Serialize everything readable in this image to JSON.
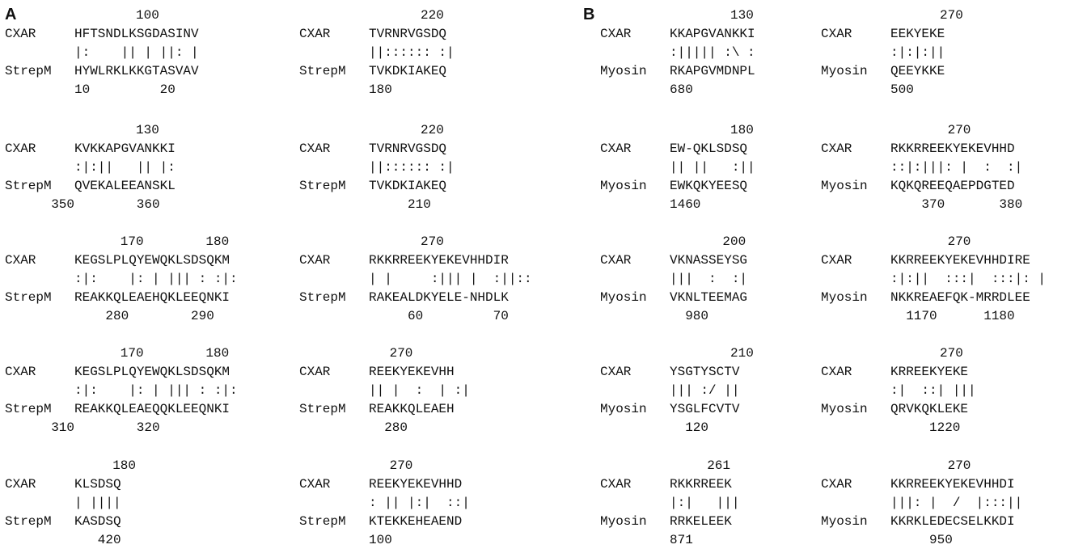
{
  "panels": [
    {
      "label": "A",
      "blocks": [
        {
          "numTop": "100",
          "lab1": "CXAR",
          "seq1": "HFTSNDLKSGDASINV",
          "match": "|:    || | ||: |",
          "lab2": "StrepM",
          "seq2": "HYWLRKLKKGTASVAV",
          "numBottom": "10         20"
        },
        {
          "numTop": "130",
          "lab1": "CXAR",
          "seq1": "KVKKAPGVANKKI",
          "match": ":|:||   || |:",
          "lab2": "StrepM",
          "seq2": "QVEKALEEANSKL",
          "numBottom": "350        360"
        },
        {
          "numTop": "170        180",
          "lab1": "CXAR",
          "seq1": "KEGSLPLQYEWQKLSDSQKM",
          "match": ":|:    |: | ||| : :|:",
          "lab2": "StrepM",
          "seq2": "REAKKQLEAEHQKLEEQNKI",
          "numBottom": "280        290"
        },
        {
          "numTop": "170        180",
          "lab1": "CXAR",
          "seq1": "KEGSLPLQYEWQKLSDSQKM",
          "match": ":|:    |: | ||| : :|:",
          "lab2": "StrepM",
          "seq2": "REAKKQLEAEQQKLEEQNKI",
          "numBottom": "310        320"
        },
        {
          "numTop": "180",
          "lab1": "CXAR",
          "seq1": "KLSDSQ",
          "match": "| ||||",
          "lab2": "StrepM",
          "seq2": "KASDSQ",
          "numBottom": "420"
        },
        {
          "numTop": "220",
          "lab1": "CXAR",
          "seq1": "TVRNRVGSDQ",
          "match": "||:::::: :|",
          "lab2": "StrepM",
          "seq2": "TVKDKIAKEQ",
          "numBottom": "180"
        },
        {
          "numTop": "220",
          "lab1": "CXAR",
          "seq1": "TVRNRVGSDQ",
          "match": "||:::::: :|",
          "lab2": "StrepM",
          "seq2": "TVKDKIAKEQ",
          "numBottom": "210"
        },
        {
          "numTop": "270",
          "lab1": "CXAR",
          "seq1": "RKKRREEKYEKEVHHDIR",
          "match": "| |     :||| |  :||::",
          "lab2": "StrepM",
          "seq2": "RAKEALDKYELE-NHDLK",
          "numBottom": "60         70"
        },
        {
          "numTop": "270",
          "lab1": "CXAR",
          "seq1": "REEKYEKEVHH",
          "match": "|| |  :  | :|",
          "lab2": "StrepM",
          "seq2": "REAKKQLEAEH",
          "numBottom": "280"
        },
        {
          "numTop": "270",
          "lab1": "CXAR",
          "seq1": "REEKYEKEVHHD",
          "match": ": || |:|  ::|",
          "lab2": "StrepM",
          "seq2": "KTEKKEHEAEND",
          "numBottom": "100"
        }
      ]
    },
    {
      "label": "B",
      "blocks": [
        {
          "numTop": "130",
          "lab1": "CXAR",
          "seq1": "KKAPGVANKKI",
          "match": ":||||| :\\ :",
          "lab2": "Myosin",
          "seq2": "RKAPGVMDNPL",
          "numBottom": "680"
        },
        {
          "numTop": "180",
          "lab1": "CXAR",
          "seq1": "EW-QKLSDSQ",
          "match": "|| ||   :||",
          "lab2": "Myosin",
          "seq2": "EWKQKYEESQ",
          "numBottom": "1460"
        },
        {
          "numTop": "200",
          "lab1": "CXAR",
          "seq1": "VKNASSEYSG",
          "match": "|||  :  :|",
          "lab2": "Myosin",
          "seq2": "VKNLTEEMAG",
          "numBottom": "980"
        },
        {
          "numTop": "210",
          "lab1": "CXAR",
          "seq1": "YSGTYSCTV",
          "match": "||| :/ ||",
          "lab2": "Myosin",
          "seq2": "YSGLFCVTV",
          "numBottom": "120"
        },
        {
          "numTop": "261",
          "lab1": "CXAR",
          "seq1": "RKKRREEK",
          "match": "|:|   |||",
          "lab2": "Myosin",
          "seq2": "RRKELEEK",
          "numBottom": "871"
        },
        {
          "numTop": "270",
          "lab1": "CXAR",
          "seq1": "EEKYEKE",
          "match": ":|:|:||",
          "lab2": "Myosin",
          "seq2": "QEEYKKE",
          "numBottom": "500"
        },
        {
          "numTop": "270",
          "lab1": "CXAR",
          "seq1": "RKKRREEKYEKEVHHD",
          "match": "::|:|||: |  :  :|",
          "lab2": "Myosin",
          "seq2": "KQKQREEQAEPDGTED",
          "numBottom": "370       380"
        },
        {
          "numTop": "270",
          "lab1": "CXAR",
          "seq1": "KKRREEKYEKEVHHDIRE",
          "match": ":|:||  :::|  :::|: |",
          "lab2": "Myosin",
          "seq2": "NKKREAEFQK-MRRDLEE",
          "numBottom": "1170      1180"
        },
        {
          "numTop": "270",
          "lab1": "CXAR",
          "seq1": "KRREEKYEKE",
          "match": ":|  ::| |||",
          "lab2": "Myosin",
          "seq2": "QRVKQKLEKE",
          "numBottom": "1220"
        },
        {
          "numTop": "270",
          "lab1": "CXAR",
          "seq1": "KKRREEKYEKEVHHDI",
          "match": "|||: |  /  |:::||",
          "lab2": "Myosin",
          "seq2": "KKRKLEDECSELKKDI",
          "numBottom": "950"
        }
      ]
    }
  ]
}
